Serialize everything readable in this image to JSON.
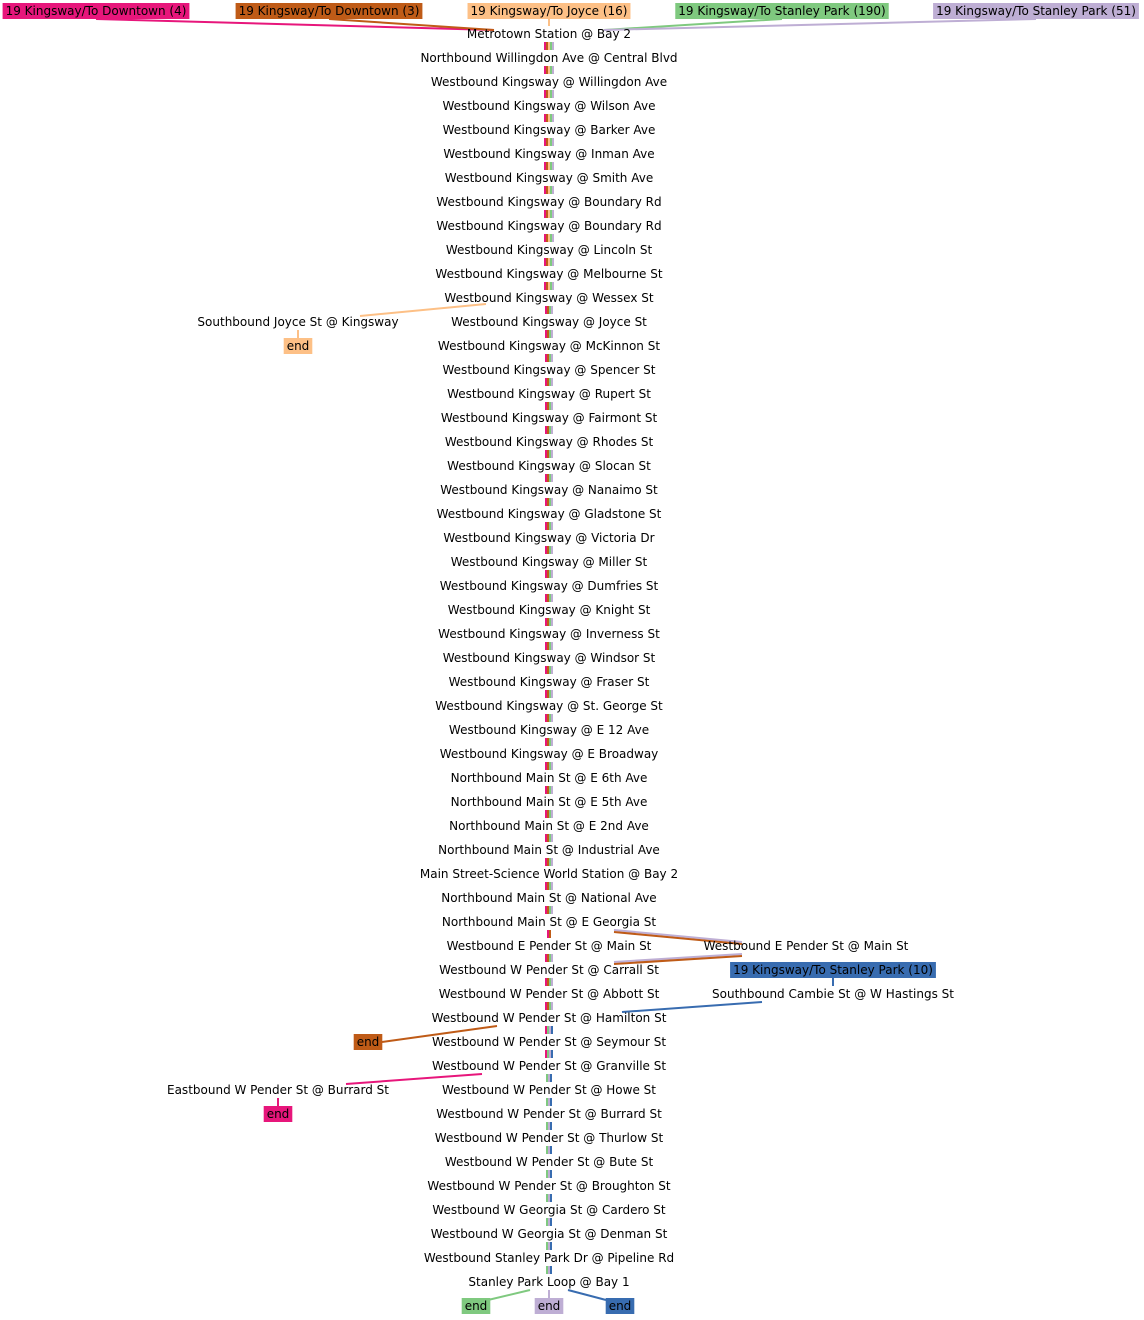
{
  "routes": [
    {
      "id": "r4",
      "label": "19 Kingsway/To Downtown (4)",
      "color": "#e7167b"
    },
    {
      "id": "r3",
      "label": "19 Kingsway/To Downtown (3)",
      "color": "#bf5b17"
    },
    {
      "id": "r16",
      "label": "19 Kingsway/To Joyce (16)",
      "color": "#fdc086"
    },
    {
      "id": "r190",
      "label": "19 Kingsway/To Stanley Park (190)",
      "color": "#7fc97f"
    },
    {
      "id": "r51",
      "label": "19 Kingsway/To Stanley Park (51)",
      "color": "#beaed4"
    },
    {
      "id": "r10",
      "label": "19 Kingsway/To Stanley Park (10)",
      "color": "#386cb0"
    }
  ],
  "main_stops": [
    "Metrotown Station @ Bay 2",
    "Northbound Willingdon Ave @ Central Blvd",
    "Westbound Kingsway @ Willingdon Ave",
    "Westbound Kingsway @ Wilson Ave",
    "Westbound Kingsway @ Barker Ave",
    "Westbound Kingsway @ Inman Ave",
    "Westbound Kingsway @ Smith Ave",
    "Westbound Kingsway @ Boundary Rd",
    "Westbound Kingsway @ Boundary Rd",
    "Westbound Kingsway @ Lincoln St",
    "Westbound Kingsway @ Melbourne St",
    "Westbound Kingsway @ Wessex St",
    "Westbound Kingsway @ Joyce St",
    "Westbound Kingsway @ McKinnon St",
    "Westbound Kingsway @ Spencer St",
    "Westbound Kingsway @ Rupert St",
    "Westbound Kingsway @ Fairmont St",
    "Westbound Kingsway @ Rhodes St",
    "Westbound Kingsway @ Slocan St",
    "Westbound Kingsway @ Nanaimo St",
    "Westbound Kingsway @ Gladstone St",
    "Westbound Kingsway @ Victoria Dr",
    "Westbound Kingsway @ Miller St",
    "Westbound Kingsway @ Dumfries St",
    "Westbound Kingsway @ Knight St",
    "Westbound Kingsway @ Inverness St",
    "Westbound Kingsway @ Windsor St",
    "Westbound Kingsway @ Fraser St",
    "Westbound Kingsway @ St. George St",
    "Westbound Kingsway @ E 12 Ave",
    "Westbound Kingsway @ E Broadway",
    "Northbound Main St @ E 6th Ave",
    "Northbound Main St @ E 5th Ave",
    "Northbound Main St @ E 2nd Ave",
    "Northbound Main St @ Industrial Ave",
    "Main Street-Science World Station @ Bay 2",
    "Northbound Main St @ National Ave",
    "Northbound Main St @ E Georgia St",
    "Westbound E Pender St @ Main St",
    "Westbound W Pender St @ Carrall St",
    "Westbound W Pender St @ Abbott St",
    "Westbound W Pender St @ Hamilton St",
    "Westbound W Pender St @ Seymour St",
    "Westbound W Pender St @ Granville St",
    "Westbound W Pender St @ Howe St",
    "Westbound W Pender St @ Burrard St",
    "Westbound W Pender St @ Thurlow St",
    "Westbound W Pender St @ Bute St",
    "Westbound W Pender St @ Broughton St",
    "Westbound W Georgia St @ Cardero St",
    "Westbound W Georgia St @ Denman St",
    "Westbound Stanley Park Dr @ Pipeline Rd",
    "Stanley Park Loop @ Bay 1"
  ],
  "side_stops": {
    "joyce": "Southbound Joyce St @ Kingsway",
    "pender_main": "Westbound E Pender St @ Main St",
    "cambie": "Southbound Cambie St @ W Hastings St",
    "burrard": "Eastbound W Pender St @ Burrard St"
  },
  "end_label": "end"
}
